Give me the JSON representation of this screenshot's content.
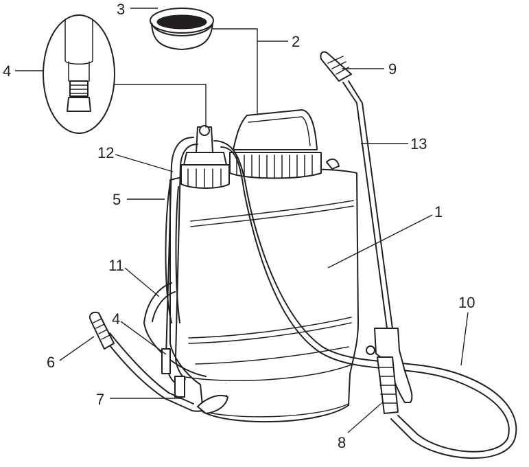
{
  "diagram": {
    "part_labels": [
      "1",
      "2",
      "3",
      "4",
      "4",
      "5",
      "6",
      "7",
      "8",
      "9",
      "10",
      "11",
      "12",
      "13"
    ]
  }
}
